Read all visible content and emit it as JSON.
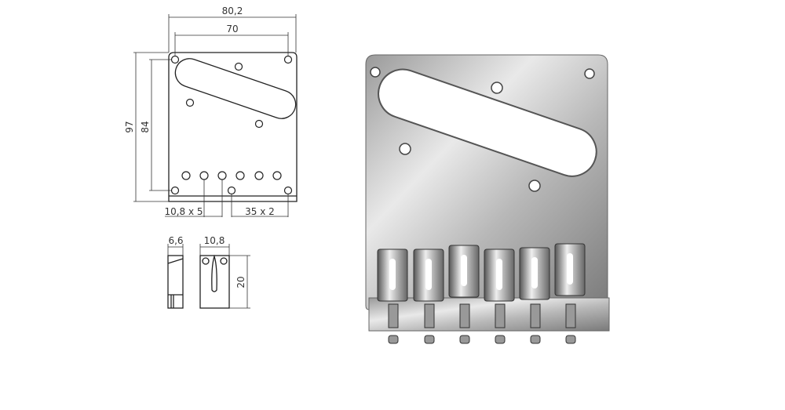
{
  "drawing": {
    "width_overall": "80,2",
    "width_mount": "70",
    "height_overall": "97",
    "height_mount": "84",
    "string_spacing": "10,8 x 5",
    "hole_spacing": "35 x 2",
    "saddle_depth": "6,6",
    "saddle_width": "10,8",
    "saddle_length": "20"
  },
  "colors": {
    "line": "#333333",
    "chrome_light": "#f2f2f2",
    "chrome_dark": "#8a8a8a"
  }
}
